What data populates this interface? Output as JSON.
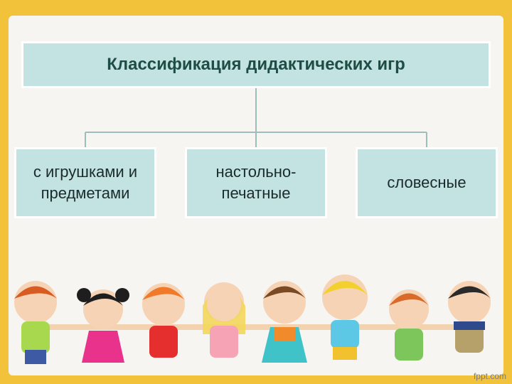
{
  "diagram": {
    "title": "Классификация дидактических игр",
    "categories": [
      {
        "line1": "с игрушками и",
        "line2": "предметами"
      },
      {
        "line1": "настольно-",
        "line2": "печатные"
      },
      {
        "line1": "словесные",
        "line2": ""
      }
    ]
  },
  "watermark": "fppt.com",
  "colors": {
    "frame": "#f2c23a",
    "box": "#c2e3e2",
    "connector": "#9fbcbc"
  },
  "illustration": {
    "icon": "children-holding-hands-illustration"
  }
}
